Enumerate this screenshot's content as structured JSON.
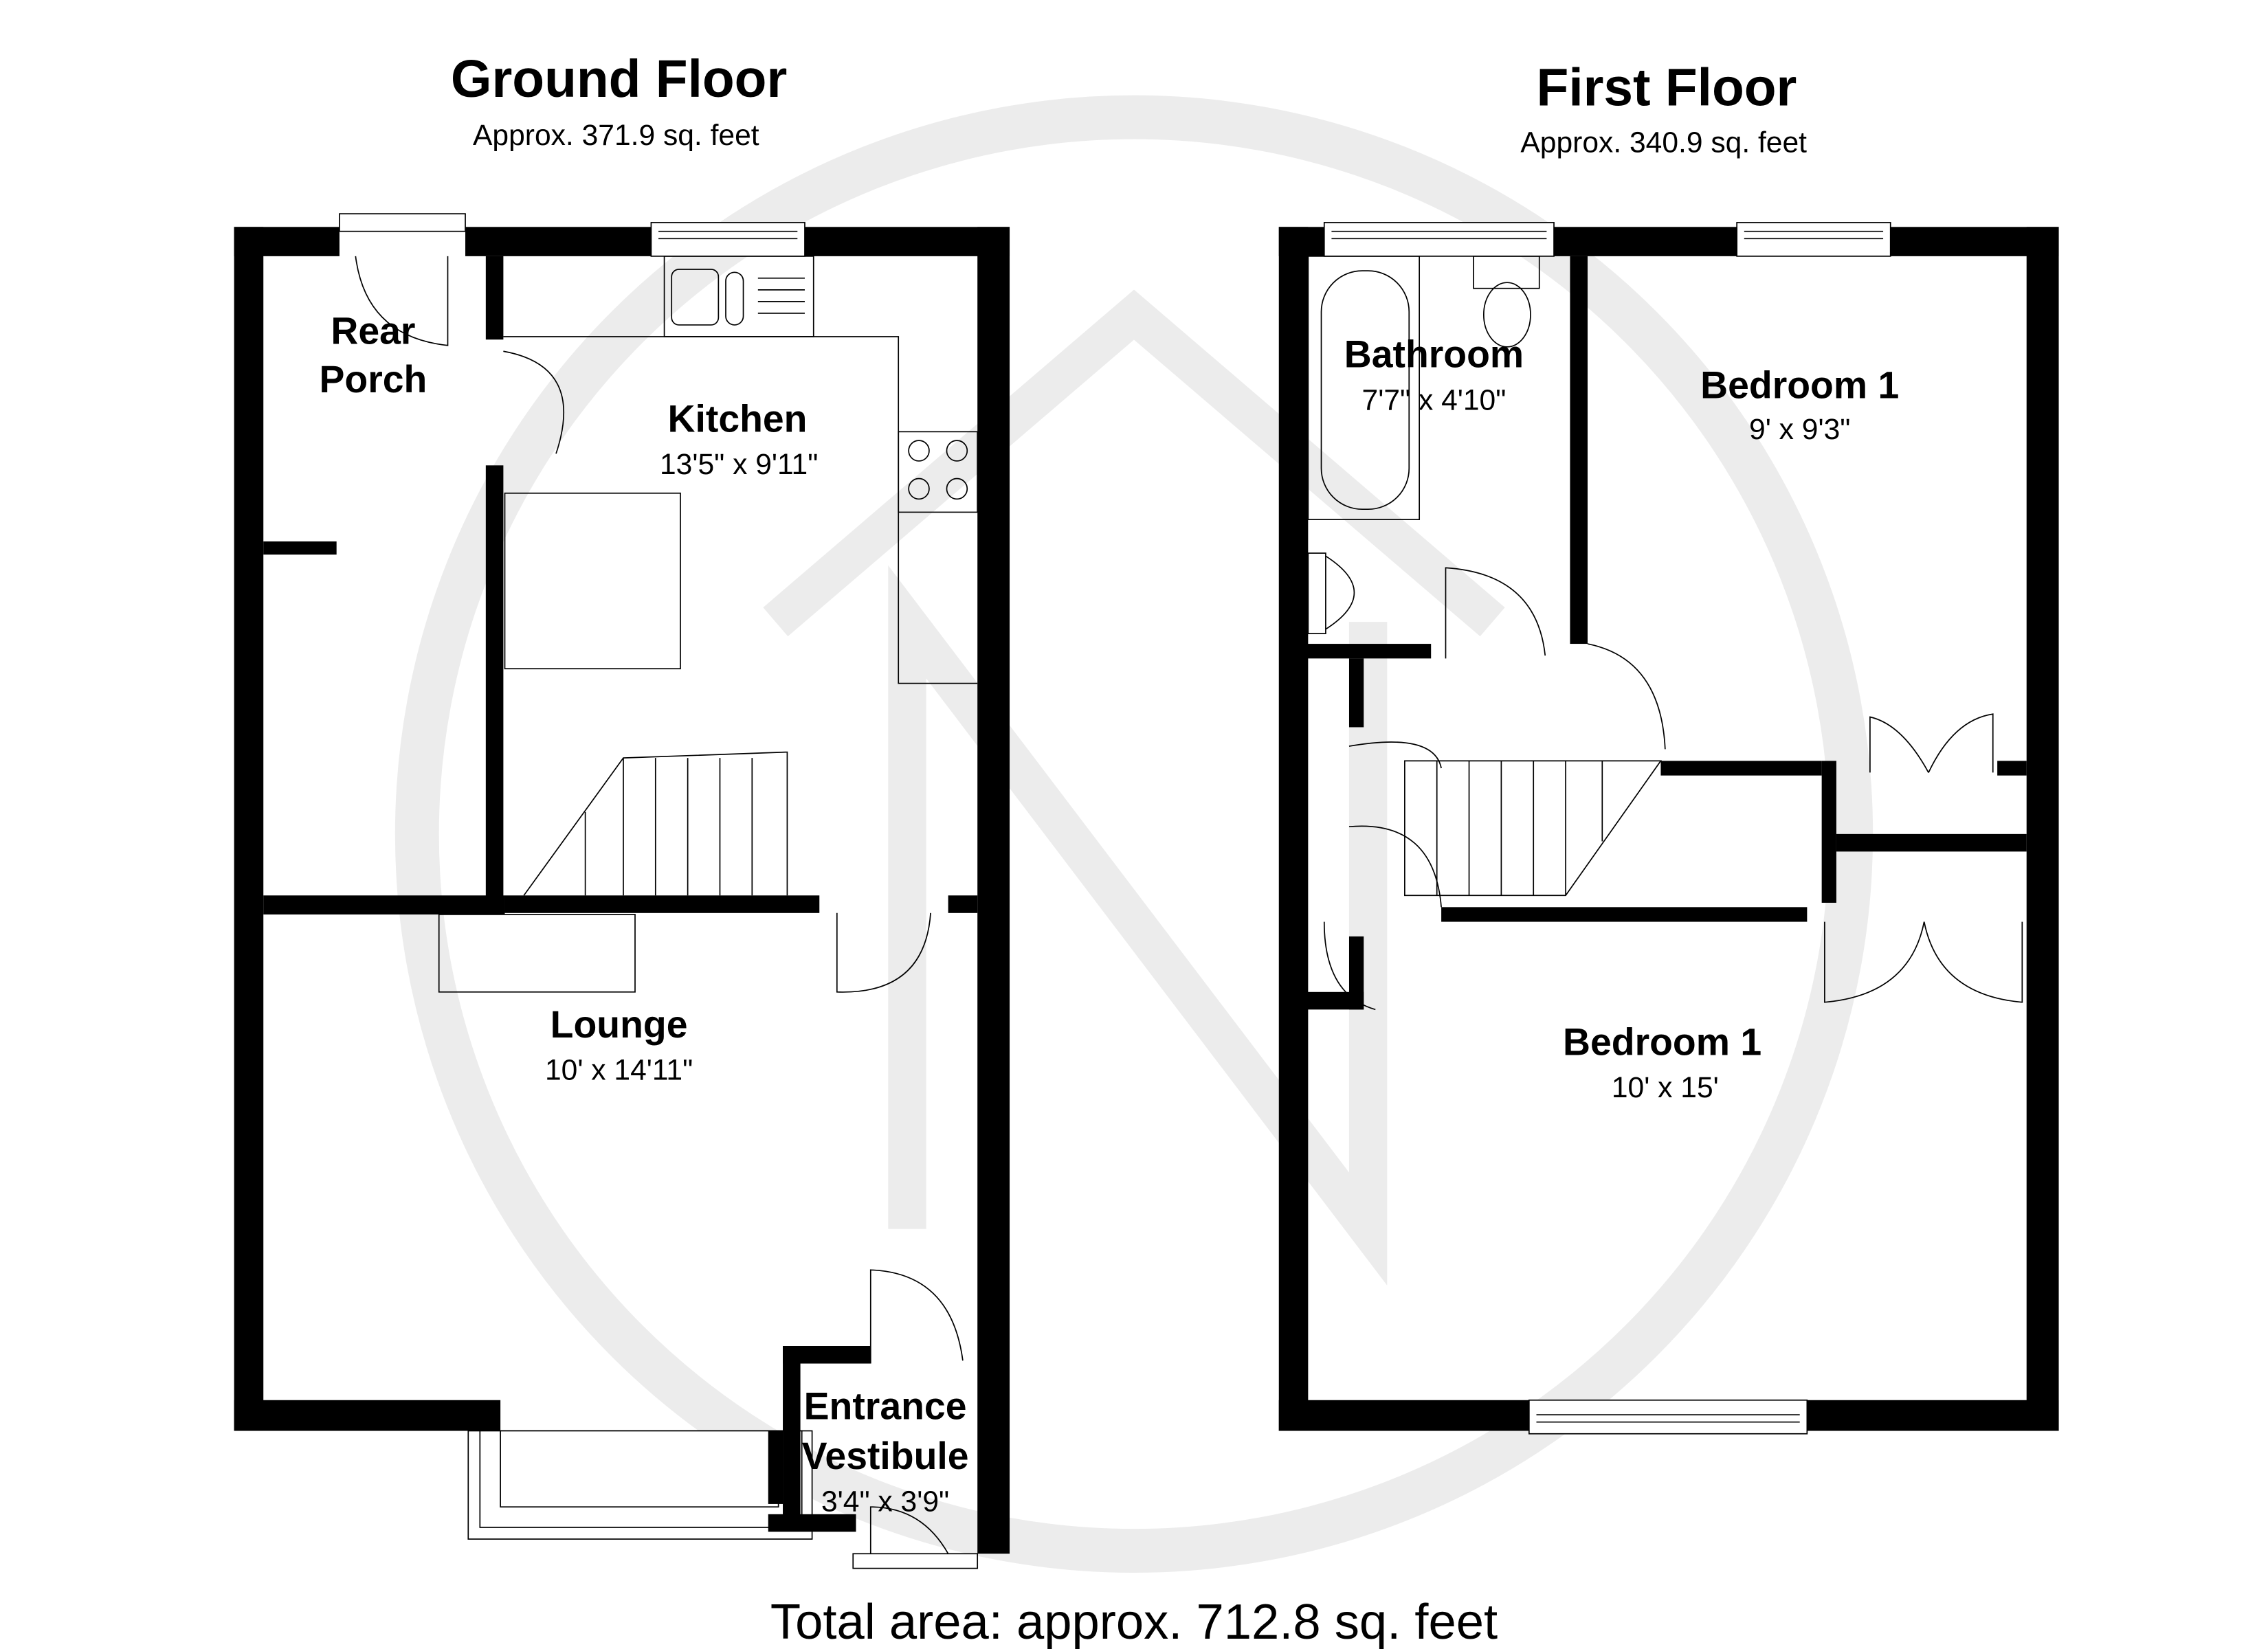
{
  "ground_floor": {
    "title": "Ground Floor",
    "area": "Approx. 371.9 sq. feet",
    "rooms": [
      {
        "name_line1": "Rear",
        "name_line2": "Porch",
        "dims": ""
      },
      {
        "name": "Kitchen",
        "dims": "13'5\" x 9'11\""
      },
      {
        "name": "Lounge",
        "dims": "10' x 14'11\""
      },
      {
        "name_line1": "Entrance",
        "name_line2": "Vestibule",
        "dims": "3'4\" x 3'9\""
      }
    ]
  },
  "first_floor": {
    "title": "First Floor",
    "area": "Approx. 340.9 sq. feet",
    "rooms": [
      {
        "name": "Bathroom",
        "dims": "7'7\" x 4'10\""
      },
      {
        "name": "Bedroom 1",
        "dims": "9' x 9'3\""
      },
      {
        "name": "Bedroom 1",
        "dims": "10' x 15'"
      }
    ]
  },
  "total_area": "Total area: approx. 712.8 sq. feet",
  "colors": {
    "wall": "#000000",
    "watermark": "#ececec"
  }
}
